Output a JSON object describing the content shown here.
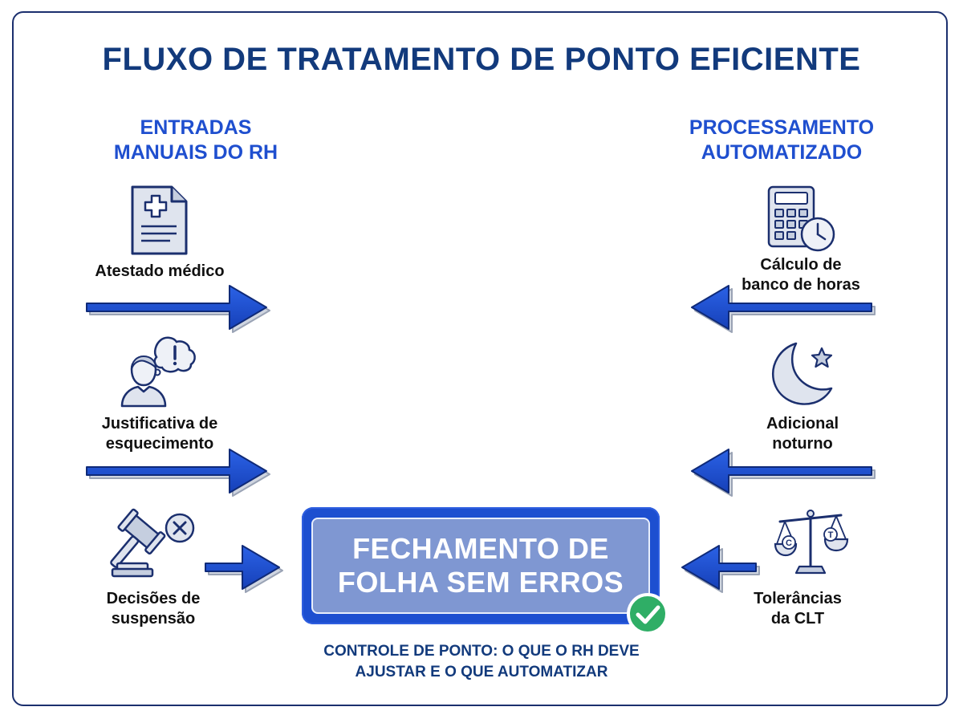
{
  "title": "FLUXO DE TRATAMENTO DE PONTO EFICIENTE",
  "left_column": {
    "heading_line1": "ENTRADAS",
    "heading_line2": "MANUAIS DO RH",
    "items": [
      {
        "label_line1": "Atestado médico",
        "label_line2": "",
        "icon": "medical-certificate-icon"
      },
      {
        "label_line1": "Justificativa de",
        "label_line2": "esquecimento",
        "icon": "person-thought-icon"
      },
      {
        "label_line1": "Decisões de",
        "label_line2": "suspensão",
        "icon": "gavel-icon"
      }
    ]
  },
  "right_column": {
    "heading_line1": "PROCESSAMENTO",
    "heading_line2": "AUTOMATIZADO",
    "items": [
      {
        "label_line1": "Cálculo de",
        "label_line2": "banco de horas",
        "icon": "calculator-clock-icon"
      },
      {
        "label_line1": "Adicional",
        "label_line2": "noturno",
        "icon": "moon-star-icon"
      },
      {
        "label_line1": "Tolerâncias",
        "label_line2": "da CLT",
        "icon": "scales-icon"
      }
    ],
    "scale_letters": [
      "C",
      "T"
    ]
  },
  "center": {
    "line1": "FECHAMENTO DE",
    "line2": "FOLHA SEM ERROS"
  },
  "footer": {
    "line1": "CONTROLE DE PONTO: O QUE O RH DEVE",
    "line2": "AJUSTAR E O QUE AUTOMATIZAR"
  },
  "colors": {
    "title": "#123a7c",
    "heading": "#1f4fcf",
    "arrow": "#1d4fd0",
    "center_outer": "#1d4fd0",
    "center_inner": "#7f97d2",
    "check": "#2fae66"
  }
}
